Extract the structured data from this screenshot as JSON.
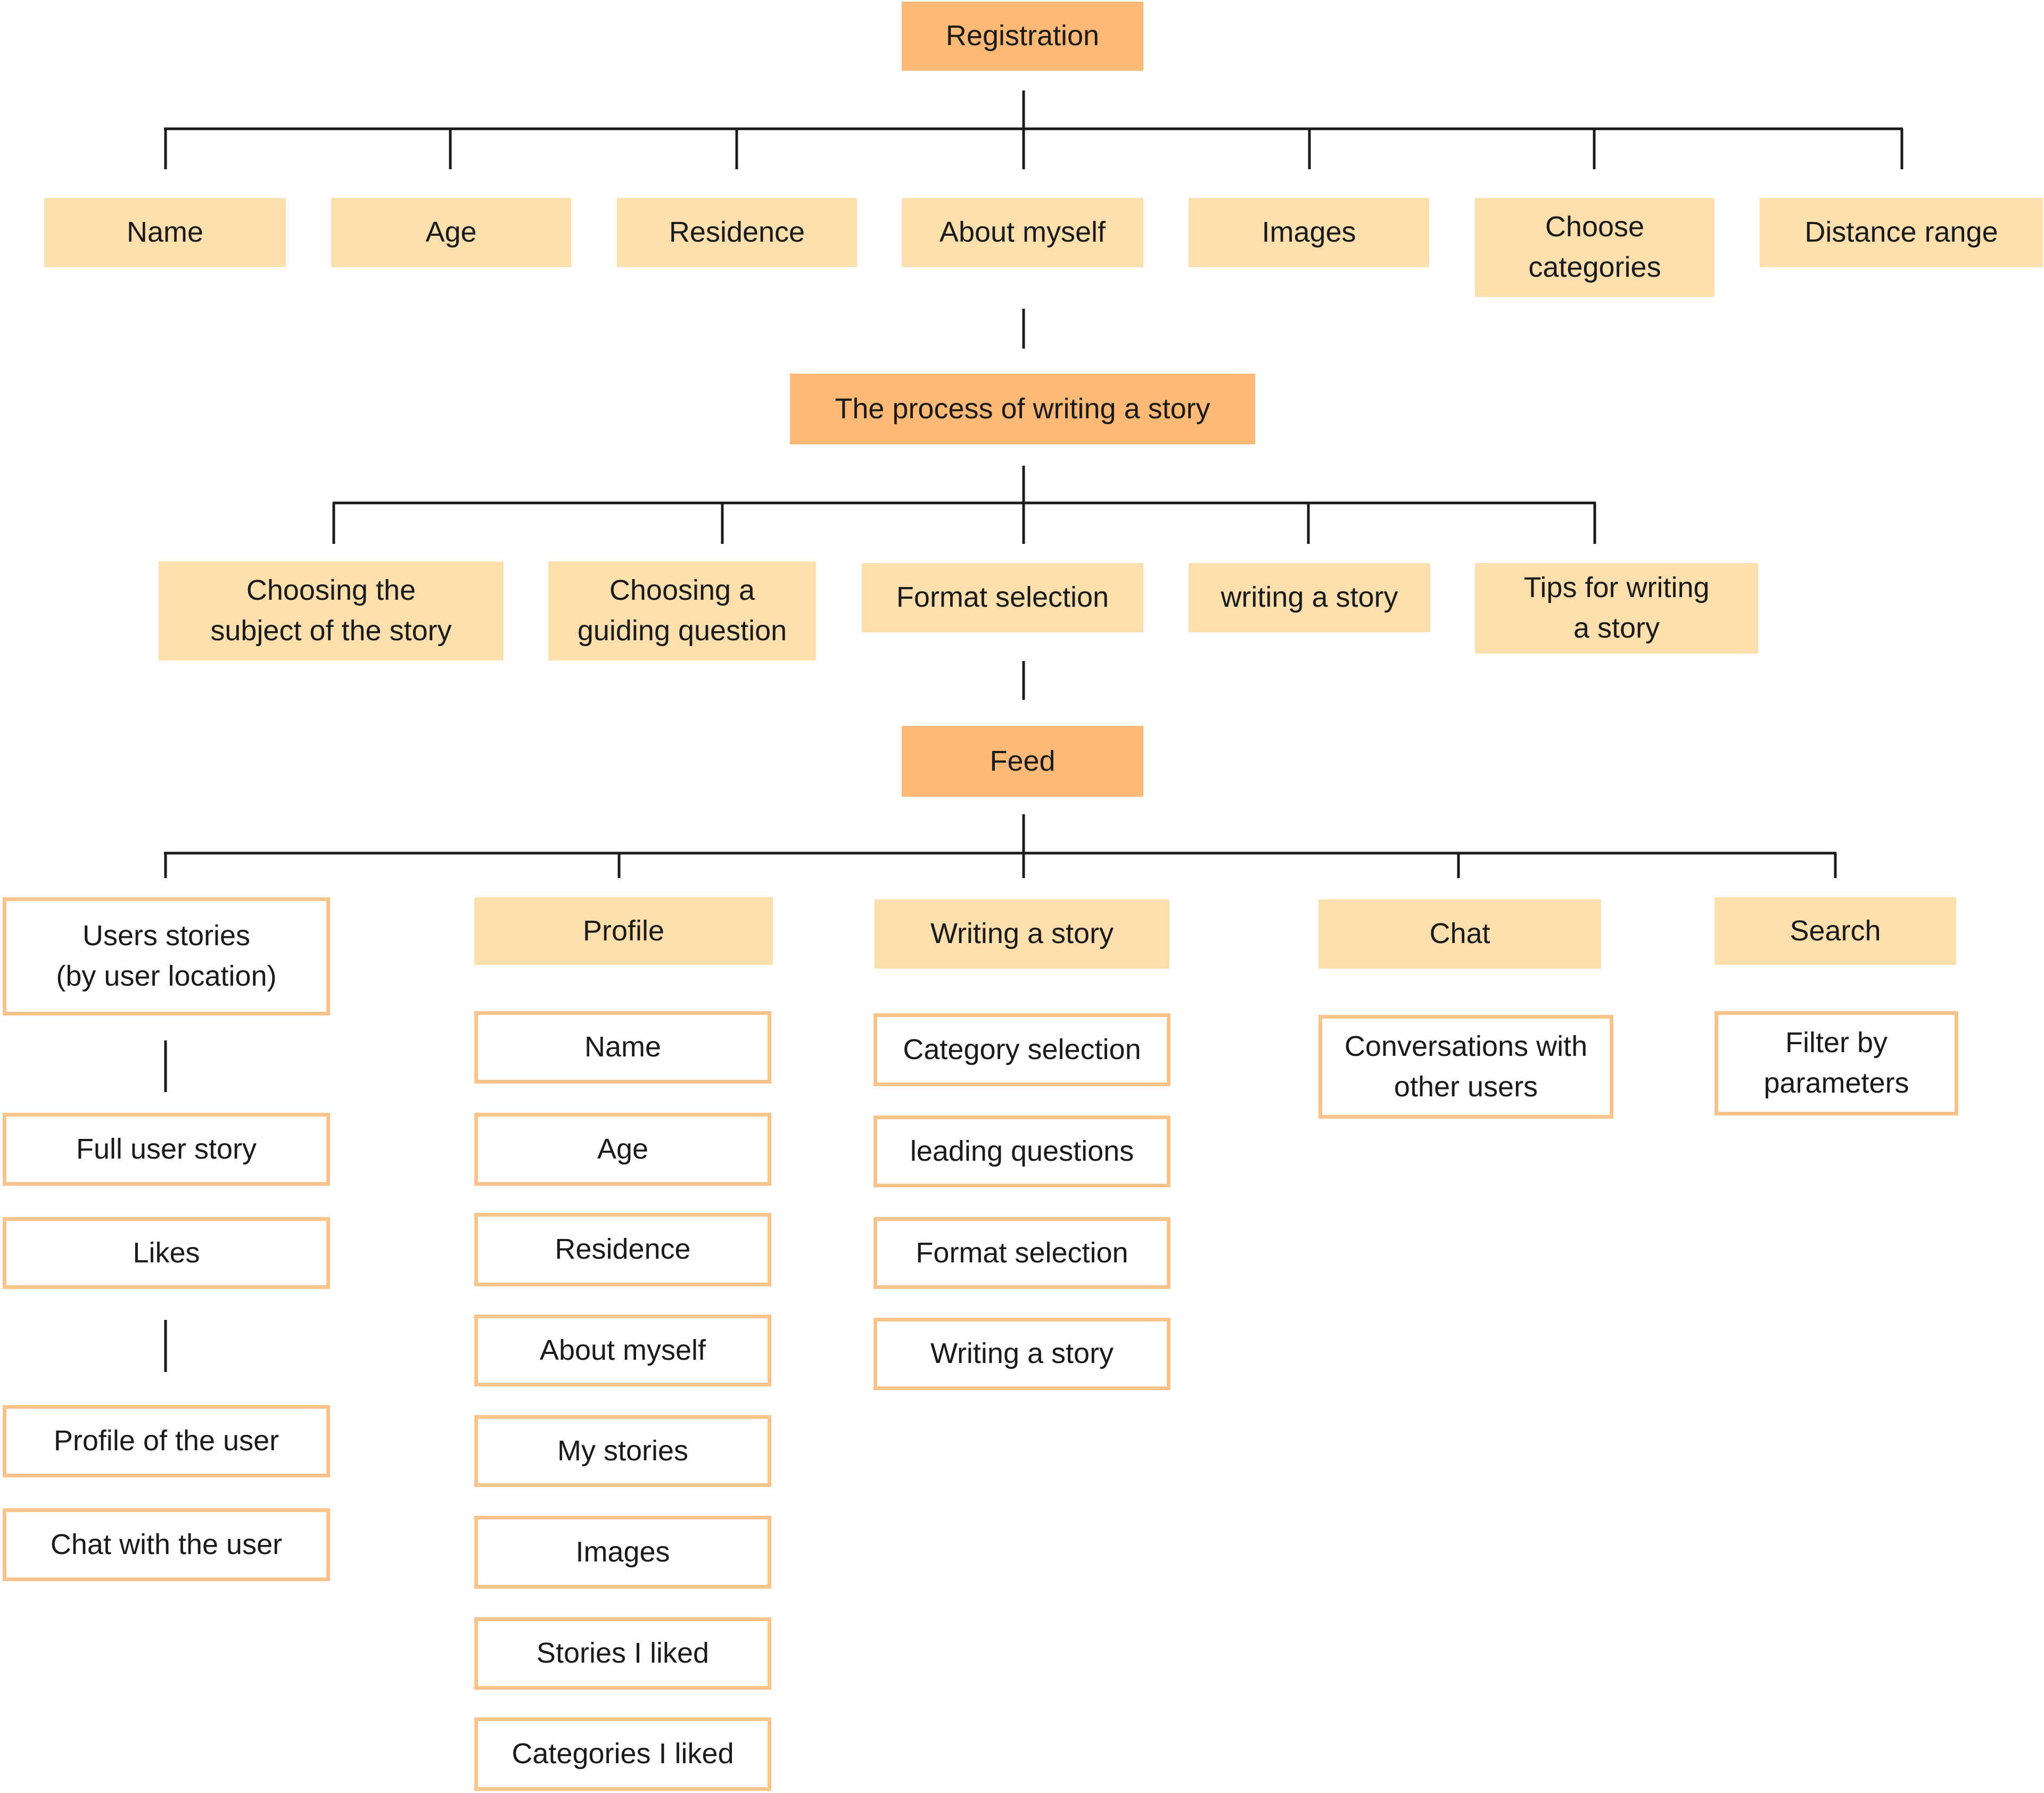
{
  "registration": {
    "title": "Registration",
    "fields": [
      "Name",
      "Age",
      "Residence",
      "About myself",
      "Images",
      "Choose\ncategories",
      "Distance range"
    ]
  },
  "writing_process": {
    "title": "The process of writing a story",
    "steps": [
      "Choosing the\nsubject of the story",
      "Choosing a\nguiding question",
      "Format selection",
      "writing a story",
      "Tips for writing\na story"
    ]
  },
  "feed": {
    "title": "Feed",
    "users_stories": {
      "title": "Users stories\n(by user location)",
      "full_story": "Full user story",
      "likes": "Likes",
      "user_profile": "Profile of the user",
      "user_chat": "Chat with the user"
    },
    "profile": {
      "title": "Profile",
      "items": [
        "Name",
        "Age",
        "Residence",
        "About myself",
        "My stories",
        "Images",
        "Stories I liked",
        "Categories I liked"
      ]
    },
    "writing_story": {
      "title": "Writing a story",
      "items": [
        "Category selection",
        "leading questions",
        "Format selection",
        "Writing a story"
      ]
    },
    "chat": {
      "title": "Chat",
      "items": [
        "Conversations with\nother users"
      ]
    },
    "search": {
      "title": "Search",
      "items": [
        "Filter by\nparameters"
      ]
    }
  },
  "colors": {
    "primary_node": "#ffb976",
    "secondary_node": "#fddfae",
    "outline_border": "#f9c38b",
    "connector": "#1a1a1a"
  }
}
